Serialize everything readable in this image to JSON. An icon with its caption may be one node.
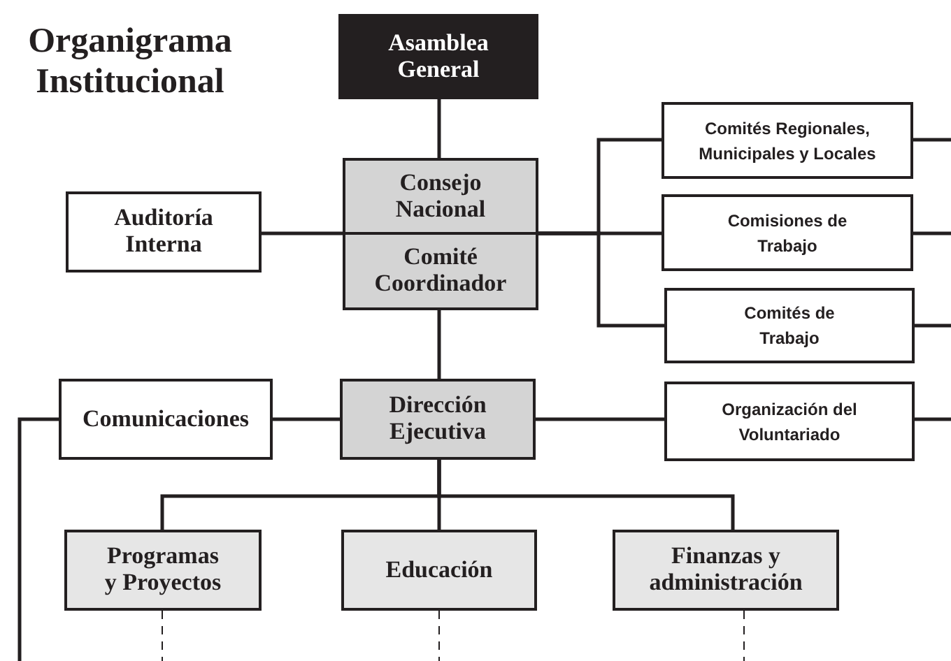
{
  "diagram": {
    "title": "Organigrama Institucional",
    "nodes": [
      {
        "text": [
          "Asamblea General"
        ]
      },
      {
        "text": [
          "Consejo Nacional"
        ]
      },
      {
        "text": [
          "Comité Coordinador"
        ]
      },
      {
        "text": [
          "Auditoría Interna"
        ]
      },
      {
        "text": [
          "Comités Regionales, Municipales y Locales"
        ]
      },
      {
        "text": [
          "Comisiones de Trabajo"
        ]
      },
      {
        "text": [
          "Comités de Trabajo"
        ]
      },
      {
        "text": [
          "Comunicaciones"
        ]
      },
      {
        "text": [
          "Dirección Ejecutiva"
        ]
      },
      {
        "text": [
          "Organización del Voluntariado"
        ]
      },
      {
        "text": [
          "Programas y Proyectos"
        ]
      },
      {
        "text": [
          "Educación"
        ]
      },
      {
        "text": [
          "Finanzas y administración"
        ]
      }
    ],
    "edges": [
      {
        "from": 0,
        "to": 1,
        "arrow": "none"
      },
      {
        "from": 1,
        "to": 3,
        "arrow": "none"
      },
      {
        "from": 1,
        "to": 4,
        "arrow": "none"
      },
      {
        "from": 1,
        "to": 5,
        "arrow": "none"
      },
      {
        "from": 1,
        "to": 6,
        "arrow": "none"
      },
      {
        "from": 4,
        "to": null,
        "arrow": "none"
      },
      {
        "from": 5,
        "to": null,
        "arrow": "none"
      },
      {
        "from": 6,
        "to": null,
        "arrow": "none"
      },
      {
        "from": 2,
        "to": 8,
        "arrow": "none"
      },
      {
        "from": 8,
        "to": 7,
        "arrow": "none"
      },
      {
        "from": 8,
        "to": 9,
        "arrow": "none"
      },
      {
        "from": 9,
        "to": null,
        "arrow": "none"
      },
      {
        "from": 7,
        "to": null,
        "arrow": "none"
      },
      {
        "from": 8,
        "to": 10,
        "arrow": "none"
      },
      {
        "from": 8,
        "to": 11,
        "arrow": "none"
      },
      {
        "from": 8,
        "to": 12,
        "arrow": "none"
      },
      {
        "from": 10,
        "to": null,
        "arrow": "none",
        "style": "dashed"
      },
      {
        "from": 11,
        "to": null,
        "arrow": "none",
        "style": "dashed"
      },
      {
        "from": 12,
        "to": null,
        "arrow": "none",
        "style": "dashed"
      }
    ]
  }
}
